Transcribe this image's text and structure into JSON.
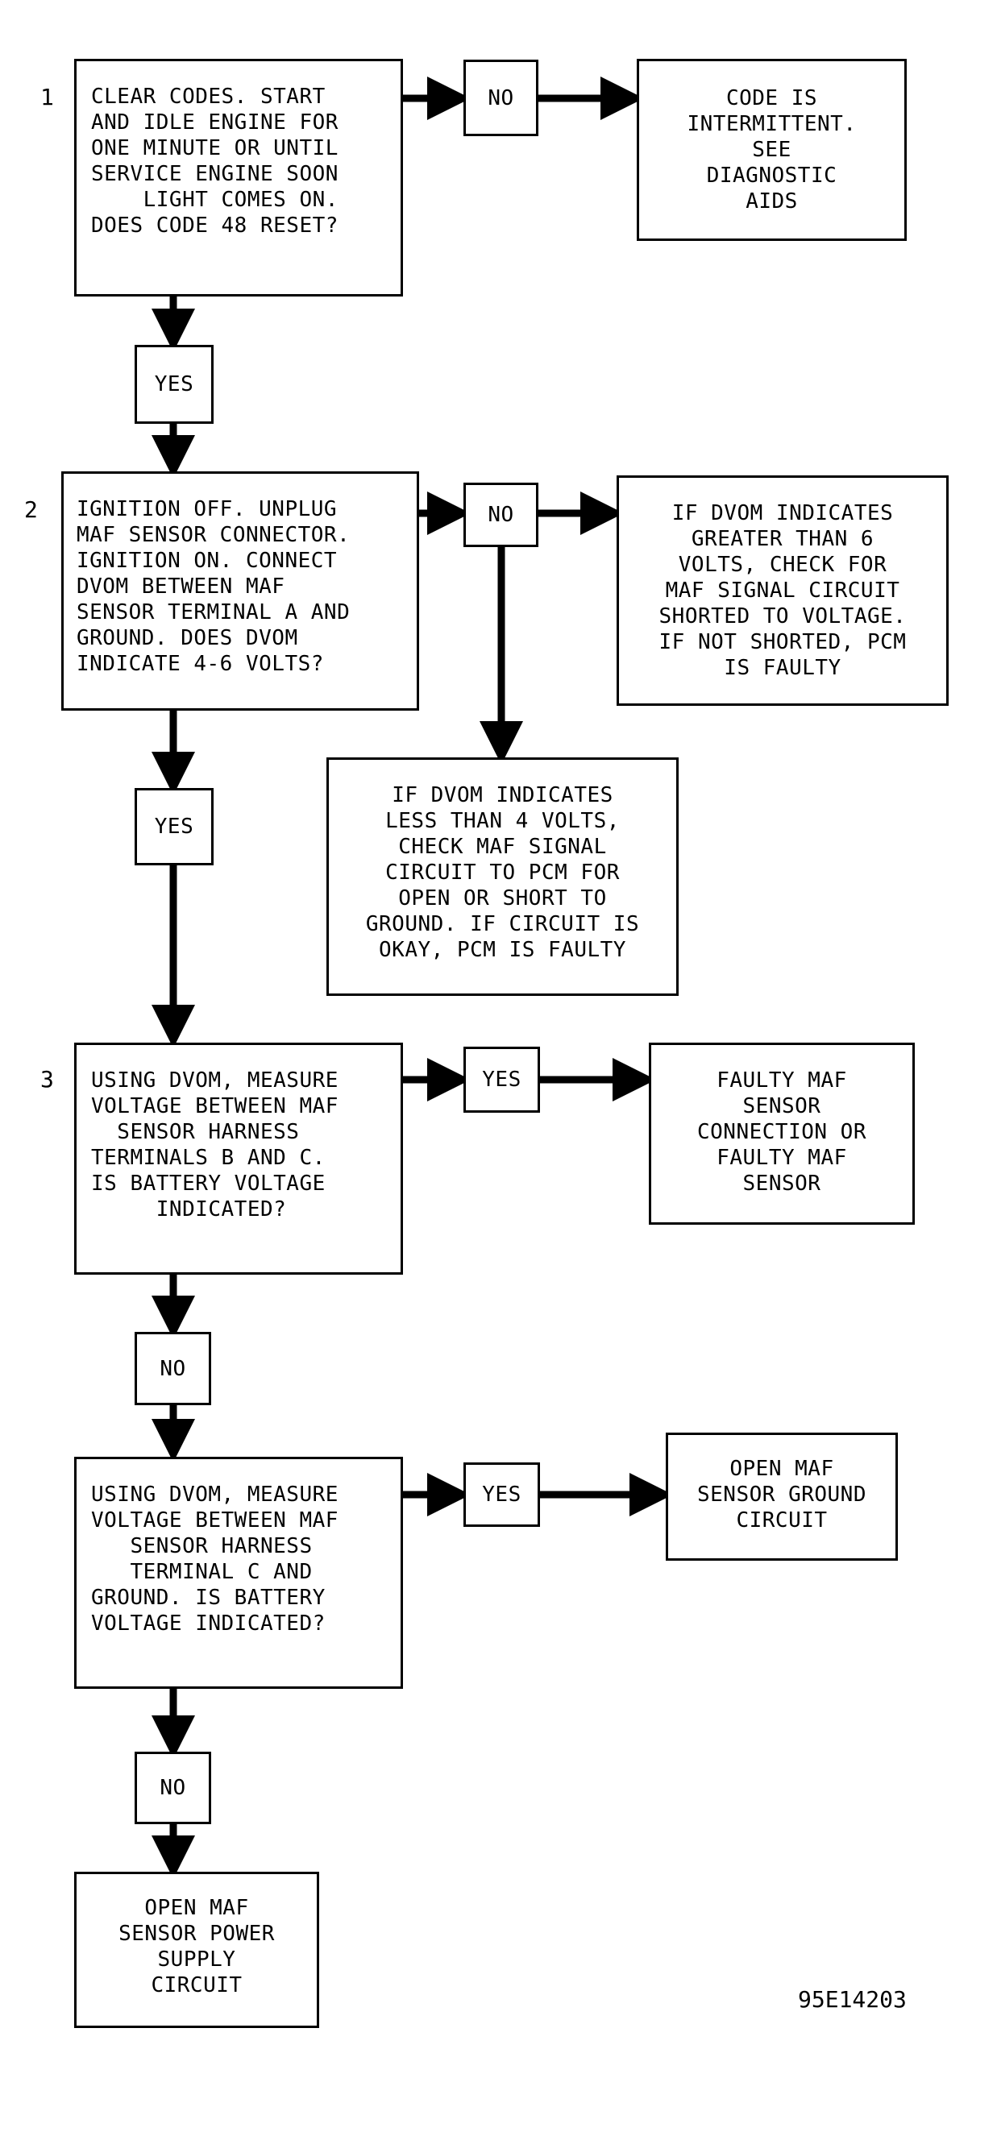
{
  "steps": {
    "s1": {
      "number": "1",
      "question": "CLEAR CODES. START\nAND IDLE ENGINE FOR\nONE MINUTE OR UNTIL\nSERVICE ENGINE SOON\n    LIGHT COMES ON.\nDOES CODE 48 RESET?"
    },
    "s2": {
      "number": "2",
      "question": "IGNITION OFF. UNPLUG\nMAF SENSOR CONNECTOR.\nIGNITION ON. CONNECT\nDVOM BETWEEN MAF\nSENSOR TERMINAL A AND\nGROUND. DOES DVOM\nINDICATE 4-6 VOLTS?"
    },
    "s3": {
      "number": "3",
      "question": "USING DVOM, MEASURE\nVOLTAGE BETWEEN MAF\n  SENSOR HARNESS\nTERMINALS B AND C.\nIS BATTERY VOLTAGE\n     INDICATED?"
    },
    "s4": {
      "question": "USING DVOM, MEASURE\nVOLTAGE BETWEEN MAF\n   SENSOR HARNESS\n   TERMINAL C AND\nGROUND. IS BATTERY\nVOLTAGE INDICATED?"
    }
  },
  "results": {
    "r1": "CODE IS\nINTERMITTENT.\nSEE\nDIAGNOSTIC\nAIDS",
    "r2": "IF DVOM INDICATES\nGREATER THAN 6\nVOLTS, CHECK FOR\nMAF SIGNAL CIRCUIT\nSHORTED TO VOLTAGE.\nIF NOT SHORTED, PCM\nIS FAULTY",
    "r3": "IF DVOM INDICATES\nLESS THAN 4 VOLTS,\nCHECK MAF SIGNAL\nCIRCUIT TO PCM FOR\nOPEN OR SHORT TO\nGROUND. IF CIRCUIT IS\nOKAY, PCM IS FAULTY",
    "r4": "FAULTY MAF\nSENSOR\nCONNECTION OR\nFAULTY MAF\nSENSOR",
    "r5": "OPEN MAF\nSENSOR GROUND\nCIRCUIT",
    "r6": "OPEN MAF\nSENSOR POWER\nSUPPLY\nCIRCUIT"
  },
  "labels": {
    "no1": "NO",
    "yes1": "YES",
    "no2": "NO",
    "yes2": "YES",
    "yes3": "YES",
    "no3": "NO",
    "yes4": "YES",
    "no4": "NO"
  },
  "figure_code": "95E14203"
}
